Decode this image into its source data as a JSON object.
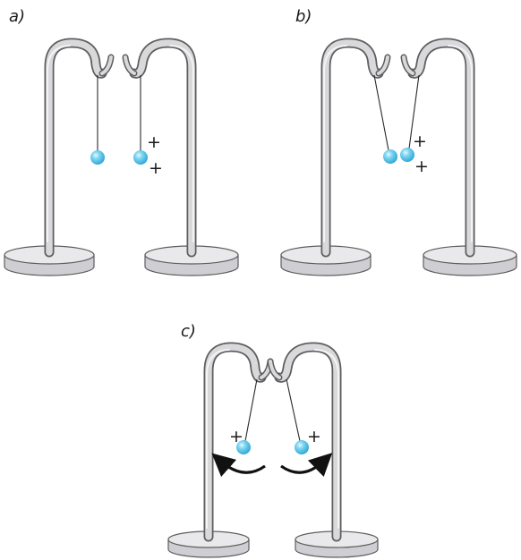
{
  "panels": [
    {
      "label": "a)",
      "state": "neutral and charged ball hanging straight",
      "left_charges": [],
      "right_charges": [
        "+",
        "+"
      ]
    },
    {
      "label": "b)",
      "state": "balls attracted together",
      "left_charges": [],
      "right_charges": [
        "+",
        "+"
      ]
    },
    {
      "label": "c)",
      "state": "balls repel after contact",
      "left_charges": [
        "+"
      ],
      "right_charges": [
        "+"
      ]
    }
  ],
  "colors": {
    "ball": "#4fc3ea",
    "ball_highlight": "#e8f9ff",
    "rod": "#d9d9dc",
    "rod_outline": "#5e5e5e",
    "base": "#e9e9ec",
    "thread": "#2a2a2a",
    "arrow": "#111111"
  },
  "icons": {
    "charge": "plus-sign",
    "motion": "curved-arrow"
  }
}
